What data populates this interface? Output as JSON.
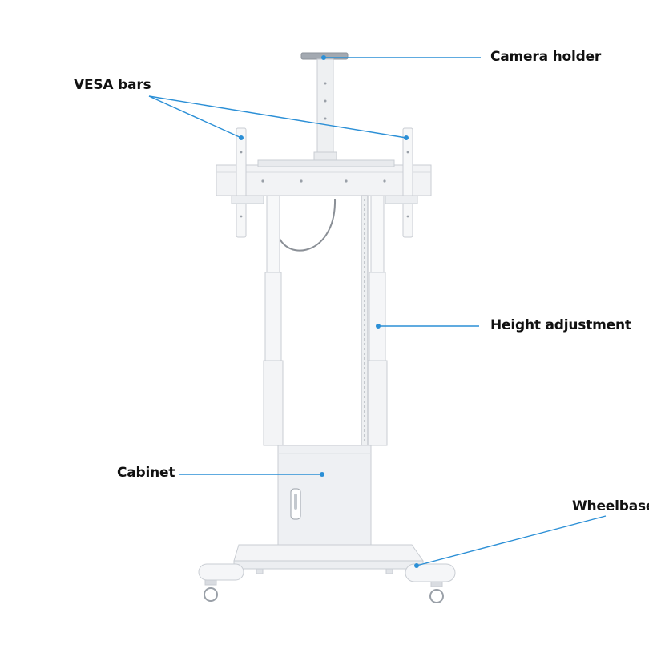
{
  "labels": {
    "camera_holder": "Camera holder",
    "vesa_bars": "VESA bars",
    "height_adjustment": "Height adjustment",
    "cabinet": "Cabinet",
    "wheelbase": "Wheelbase"
  },
  "colors": {
    "callout_line": "#2b8fd6",
    "callout_dot": "#2b8fd6",
    "label_text": "#111111",
    "stand_fill": "#f4f5f7",
    "stand_edge": "#c9cdd3",
    "camera_plate": "#9aa0a8",
    "cable": "#8a8f96"
  },
  "icons": [
    "camera-holder-part",
    "vesa-bar-part",
    "height-chain-part",
    "cabinet-part",
    "wheelbase-part",
    "caster-icon",
    "lock-handle-icon"
  ]
}
